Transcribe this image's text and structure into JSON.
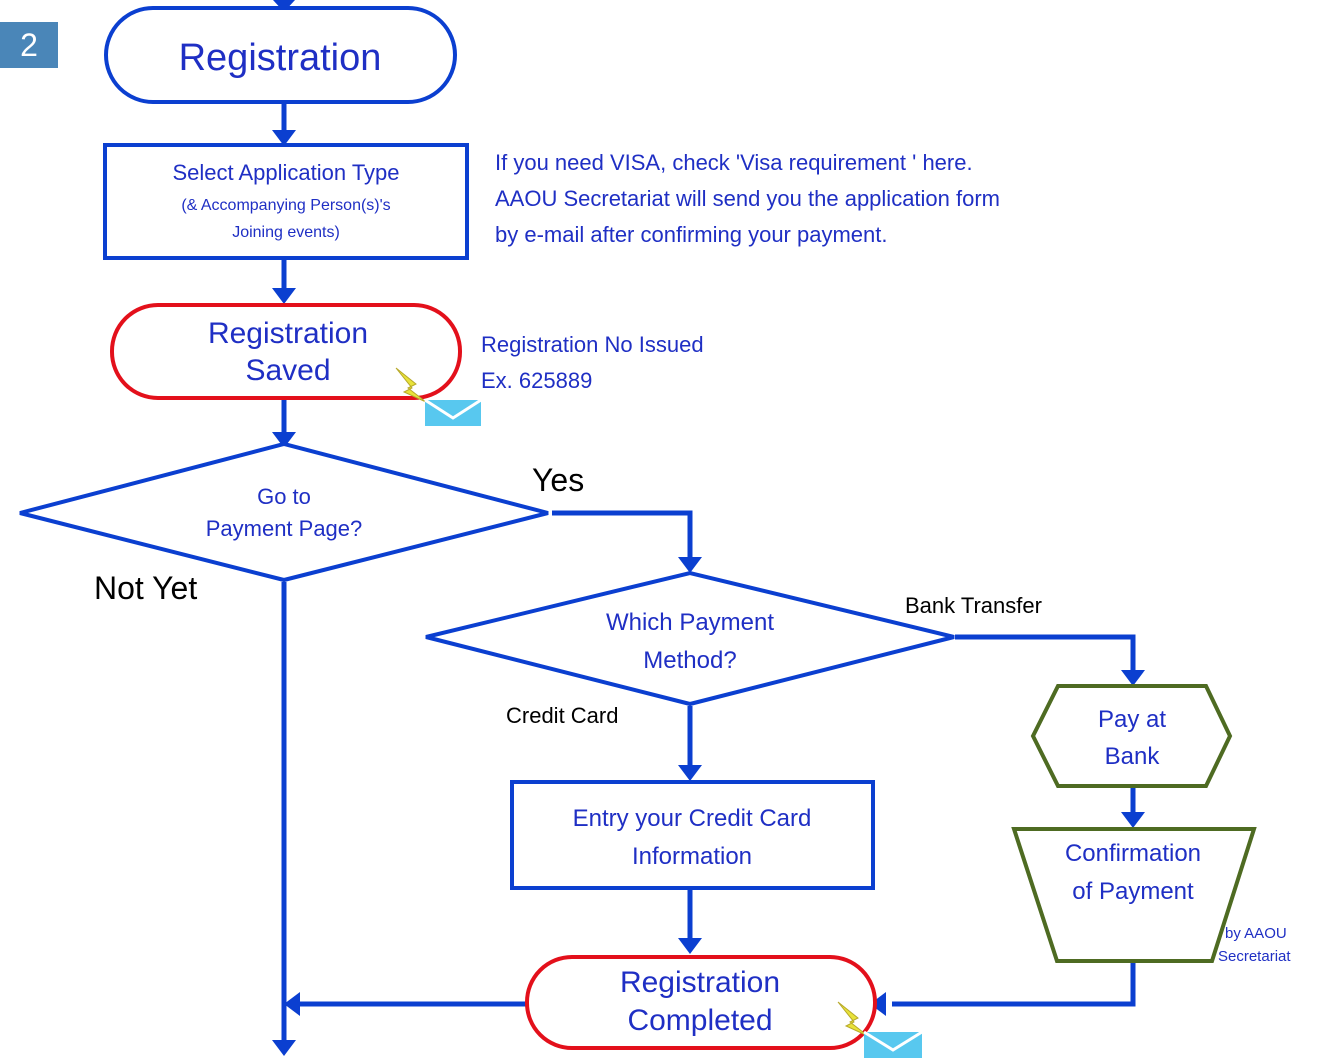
{
  "step_number": "2",
  "colors": {
    "flow_blue": "#0b3fd0",
    "text_blue": "#1f2fc4",
    "terminal_red": "#e3101b",
    "bank_olive": "#4e6b22",
    "badge_blue": "#4a86b8",
    "envelope": "#58c8ef",
    "lightning": "#e8e23a"
  },
  "nodes": {
    "registration": "Registration",
    "select_app_type": [
      "Select  Application Type",
      "(& Accompanying Person(s)'s",
      "Joining events)"
    ],
    "registration_saved": [
      "Registration",
      "Saved"
    ],
    "go_to_payment": [
      "Go to",
      "Payment Page?"
    ],
    "which_method": [
      "Which Payment",
      "Method?"
    ],
    "credit_card_entry": [
      "Entry your Credit Card",
      "Information"
    ],
    "pay_at_bank": [
      "Pay at",
      "Bank"
    ],
    "confirmation": [
      "Confirmation",
      "of  Payment"
    ],
    "registration_completed": [
      "Registration",
      "Completed"
    ]
  },
  "notes": {
    "visa": [
      "If you need VISA, check 'Visa requirement ' here.",
      "AAOU Secretariat will  send you the application form",
      "by e-mail  after confirming your payment."
    ],
    "reg_no": [
      "Registration No Issued",
      "Ex. 625889"
    ],
    "by_aaou": [
      "by AAOU",
      "Secretariat"
    ]
  },
  "edge_labels": {
    "yes": "Yes",
    "not_yet": "Not Yet",
    "bank_transfer": "Bank Transfer",
    "credit_card": "Credit Card"
  },
  "icons": [
    "email-notification-icon"
  ]
}
